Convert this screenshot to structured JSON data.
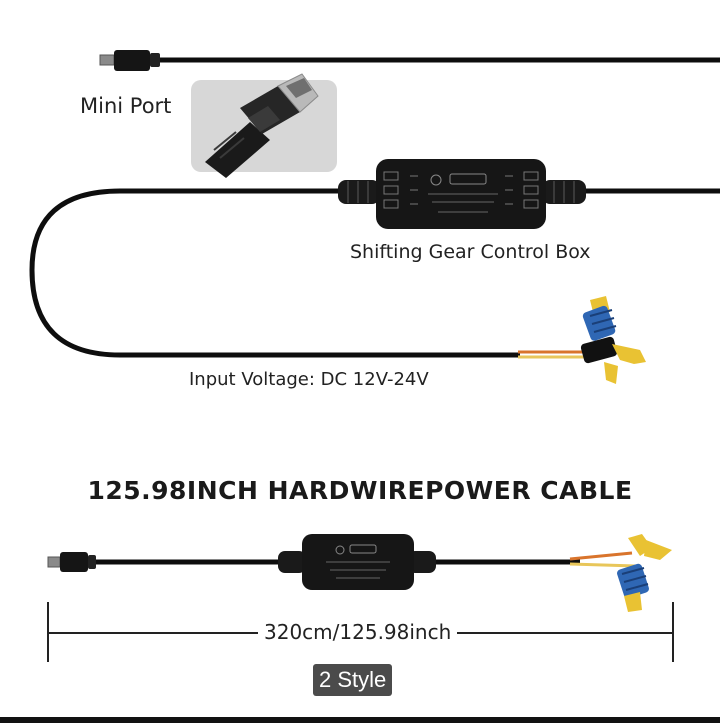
{
  "labels": {
    "mini_port": "Mini Port",
    "control_box": "Shifting Gear Control Box",
    "input_voltage": "Input Voltage: DC 12V-24V",
    "headline": "125.98INCH HARDWIREPOWER CABLE",
    "length": "320cm/125.98inch",
    "style_badge": "2 Style"
  },
  "colors": {
    "cable": "#0e0e0e",
    "box": "#161616",
    "connector_blue": "#2f67b4",
    "fuse_yellow": "#e9c233",
    "wire_orange": "#d9742c",
    "badge": "#4b4b4b"
  }
}
